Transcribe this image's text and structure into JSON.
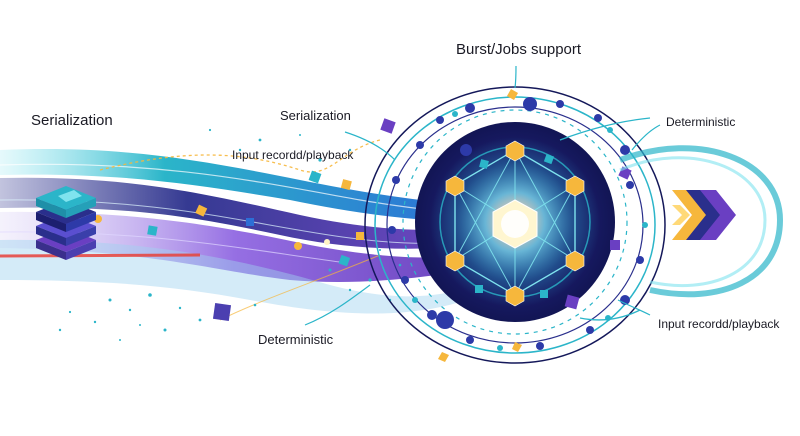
{
  "labels": {
    "serialization_left": "Serialization",
    "serialization_center": "Serialization",
    "burst_jobs": "Burst/Jobs support",
    "input_record_left": "Input recordd/playback",
    "deterministic_bottom": "Deterministic",
    "deterministic_right": "Deterministic",
    "input_record_right": "Input recordd/playback"
  },
  "colors": {
    "teal": "#2bb5c9",
    "cyan": "#7fe3ee",
    "blue": "#2d6fd6",
    "indigo": "#2a2f8c",
    "purple": "#6a3fc2",
    "navy": "#14185a",
    "gold": "#f6b73c",
    "red": "#e8413a"
  },
  "icons": [
    "layer-stack-icon",
    "chevron-arrows-icon",
    "cube-icon",
    "core-network-icon"
  ]
}
